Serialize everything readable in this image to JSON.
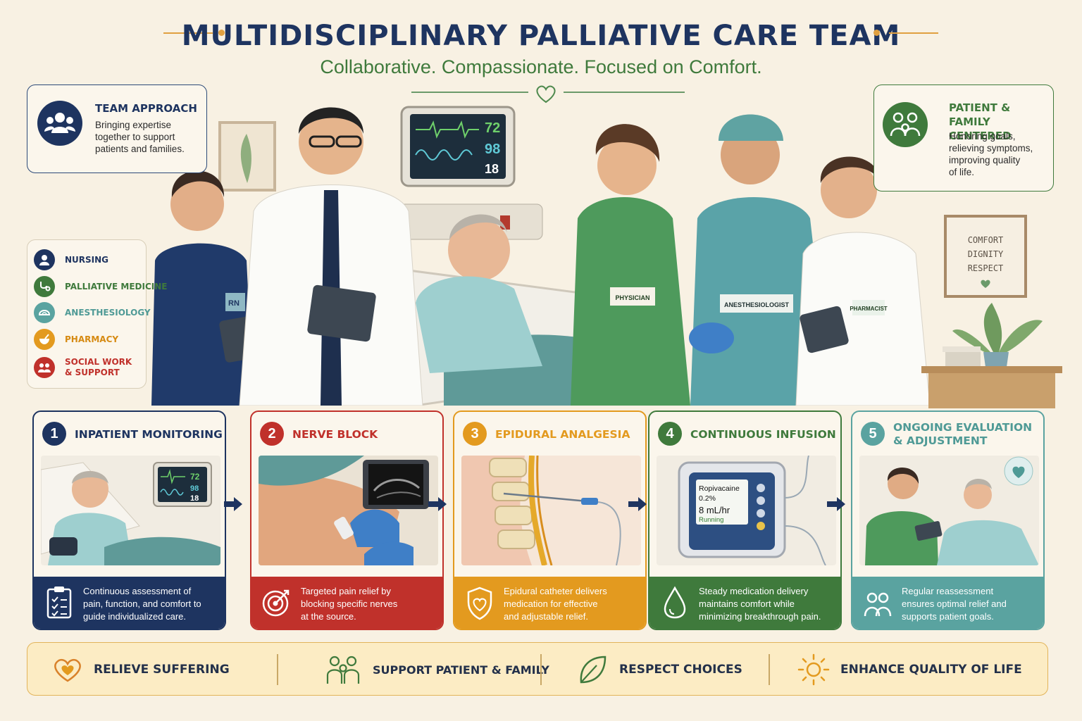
{
  "header": {
    "title": "MULTIDISCIPLINARY PALLIATIVE CARE TEAM",
    "subtitle": "Collaborative. Compassionate. Focused on Comfort."
  },
  "team_approach": {
    "title": "TEAM APPROACH",
    "text_lines": [
      "Bringing expertise",
      "together to support",
      "patients and families."
    ]
  },
  "patient_family": {
    "title_lines": [
      "PATIENT & FAMILY",
      "CENTERED"
    ],
    "text_lines": [
      "Honoring goals,",
      "relieving symptoms,",
      "improving quality",
      "of life."
    ]
  },
  "roles": [
    {
      "label": "NURSING",
      "color": "#1e3460",
      "icon": "person-icon"
    },
    {
      "label": "PALLIATIVE MEDICINE",
      "color": "#3f7a3c",
      "icon": "stethoscope-icon"
    },
    {
      "label": "ANESTHESIOLOGY",
      "color": "#5aa3a0",
      "icon": "mask-icon"
    },
    {
      "label": "PHARMACY",
      "color": "#e39a1f",
      "icon": "mortar-icon"
    },
    {
      "label_lines": [
        "SOCIAL WORK",
        "& SUPPORT"
      ],
      "color": "#c0312b",
      "icon": "people-icon"
    }
  ],
  "scene": {
    "monitor": {
      "hr": "72",
      "spo2": "98",
      "rr": "18"
    },
    "badges": {
      "nurse": "RN",
      "physician": "PHYSICIAN",
      "anesthesiologist": "ANESTHESIOLOGIST",
      "pharmacist": "PHARMACIST"
    },
    "wall_sign": [
      "COMFORT",
      "DIGNITY",
      "RESPECT"
    ]
  },
  "steps": [
    {
      "num": "1",
      "title": "INPATIENT MONITORING",
      "color": "#1e3460",
      "title_color": "#1e3460",
      "text_lines": [
        "Continuous assessment of",
        "pain, function, and comfort to",
        "guide individualized care."
      ],
      "icon": "clipboard-icon",
      "monitor": {
        "hr": "72",
        "spo2": "98",
        "rr": "18"
      }
    },
    {
      "num": "2",
      "title": "NERVE BLOCK",
      "color": "#c0312b",
      "title_color": "#c0312b",
      "text_lines": [
        "Targeted pain relief by",
        "blocking specific nerves",
        "at the source."
      ],
      "icon": "target-icon"
    },
    {
      "num": "3",
      "title": "EPIDURAL ANALGESIA",
      "color": "#e39a1f",
      "title_color": "#e39a1f",
      "text_lines": [
        "Epidural catheter delivers",
        "medication for effective",
        "and adjustable relief."
      ],
      "icon": "shield-icon"
    },
    {
      "num": "4",
      "title": "CONTINUOUS INFUSION",
      "color": "#3f7a3c",
      "title_color": "#3f7a3c",
      "text_lines": [
        "Steady medication delivery",
        "maintains comfort while",
        "minimizing breakthrough pain."
      ],
      "icon": "drop-icon",
      "pump": {
        "drug": "Ropivacaine",
        "conc": "0.2%",
        "rate": "8 mL/hr",
        "status": "Running"
      }
    },
    {
      "num": "5",
      "title_lines": [
        "ONGOING EVALUATION",
        "& ADJUSTMENT"
      ],
      "color": "#5aa3a0",
      "title_color": "#4f9a96",
      "text_lines": [
        "Regular reassessment",
        "ensures optimal relief and",
        "supports patient goals."
      ],
      "icon": "people-icon"
    }
  ],
  "values": [
    {
      "label": "RELIEVE SUFFERING",
      "icon": "heart-hand-icon"
    },
    {
      "label": "SUPPORT PATIENT & FAMILY",
      "icon": "family-icon"
    },
    {
      "label": "RESPECT CHOICES",
      "icon": "leaf-icon"
    },
    {
      "label": "ENHANCE QUALITY OF LIFE",
      "icon": "sun-icon"
    }
  ]
}
